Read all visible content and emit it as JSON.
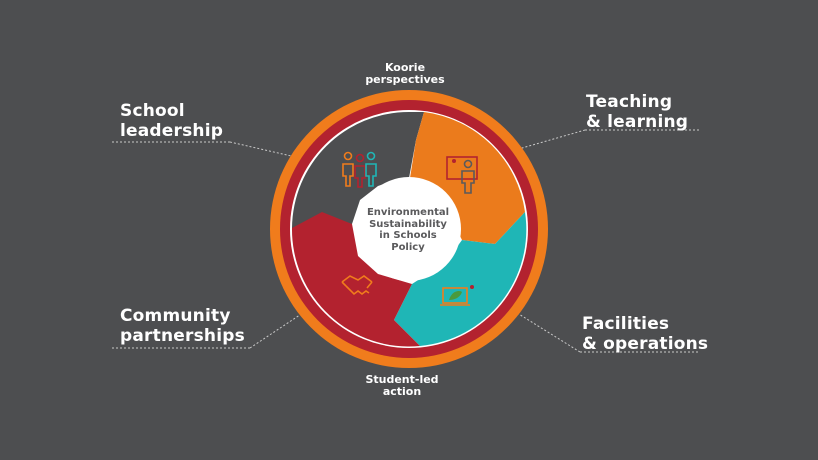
{
  "center": {
    "lines": [
      "Environmental",
      "Sustainability",
      "in Schools",
      "Policy"
    ]
  },
  "labels": {
    "school_leadership": [
      "School",
      "leadership"
    ],
    "teaching_learning": [
      "Teaching",
      "& learning"
    ],
    "community_partnerships": [
      "Community",
      "partnerships"
    ],
    "facilities_operations": [
      "Facilities",
      "& operations"
    ],
    "koorie_perspectives": [
      "Koorie",
      "perspectives"
    ],
    "student_led_action": [
      "Student-led",
      "action"
    ]
  },
  "colors": {
    "background": "#4d4e50",
    "outer_ring": "#f07c1c",
    "inner_ring": "#b3222f",
    "segment_top_left": "#4d4e50",
    "segment_top_right": "#eb7b1c",
    "segment_bottom_right": "#1fb6b6",
    "segment_bottom_left": "#b3222f",
    "center": "#ffffff"
  },
  "icons": {
    "top_left": "people-group-icon",
    "top_right": "teacher-board-icon",
    "bottom_right": "leaf-laptop-icon",
    "bottom_left": "handshake-icon"
  }
}
